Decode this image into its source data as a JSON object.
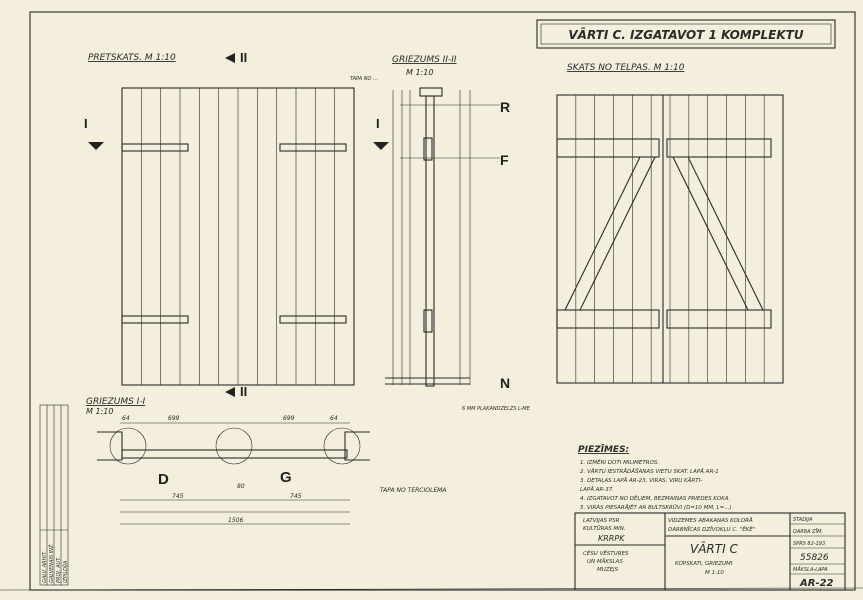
{
  "title_box": {
    "text": "VĀRTI C. IZGATAVOT 1 KOMPLEKTU"
  },
  "views": {
    "front": {
      "title": "PRETSKATS. M 1:10",
      "section_mark": "II",
      "cut_mark": "I"
    },
    "section_2": {
      "title": "GRIEZUMS II-II",
      "scale": "M 1:10",
      "note_top": "TAPA NO ... ",
      "note_bottom": "6 MM PLAKANDZELZS L-ME",
      "labels": [
        "R",
        "F",
        "N"
      ]
    },
    "back": {
      "title": "SKATS NO TELPAS. M 1:10"
    },
    "section_1": {
      "title": "GRIEZUMS I-I",
      "scale": "M 1:10",
      "labels": [
        "D",
        "G"
      ],
      "dims": [
        "64",
        "699",
        "699",
        "64",
        "745",
        "745",
        "80",
        "1506"
      ],
      "note": "TAPA NO TERCIOLEMA"
    }
  },
  "notes": {
    "heading": "PIEZĪMES:",
    "items": [
      "1. IZMĒRI DOTI MILIMETROS.",
      "2. VĀRTU IESTRĀDĀŠANAS VIETU SKAT. LAPĀ AR-1",
      "3. DETAĻAS LAPĀ AR-23, VIRAS, VIRU KĀRTI-",
      "   LAPĀ AR-37.",
      "4. IZGATAVOT NO DĒĻIEM, BEZMAINAS PRIEDES KOKA.",
      "5. VIRAS PIESARĀJĒT AR BULTSKRŪVI (D=10 MM, L=...)"
    ]
  },
  "title_block": {
    "org": [
      "LATVIJAS PSR",
      "KULTŪRAS MIN.",
      "KRRPK"
    ],
    "project_left": [
      "CĒSU VĒSTURES",
      "UN MĀKSLAS",
      "MUZEJS"
    ],
    "project_top": [
      "VIDZEMES ABAKANAS KOLORĀ",
      "DARBNĪCAS DZĪVOKĻU C. \"ĒKĒ\""
    ],
    "sheet_title": "VĀRTI C",
    "sheet_sub": [
      "KOPSKATI, GRIEZUMI",
      "M 1:10"
    ],
    "stage_label": "STADIJA",
    "stage_value": "DARBA ZĪM.",
    "code_label": "SPRS 82-193",
    "number": "55826",
    "archive_label": "MĀKSLA-LAPA",
    "sheet_no": "AR-22"
  },
  "side_stamp": {
    "rows": [
      "GALV. ARHIT.",
      "GALVENAIS INŽ.",
      "PROJ. AUT.",
      "IZPILDĪJA"
    ]
  }
}
